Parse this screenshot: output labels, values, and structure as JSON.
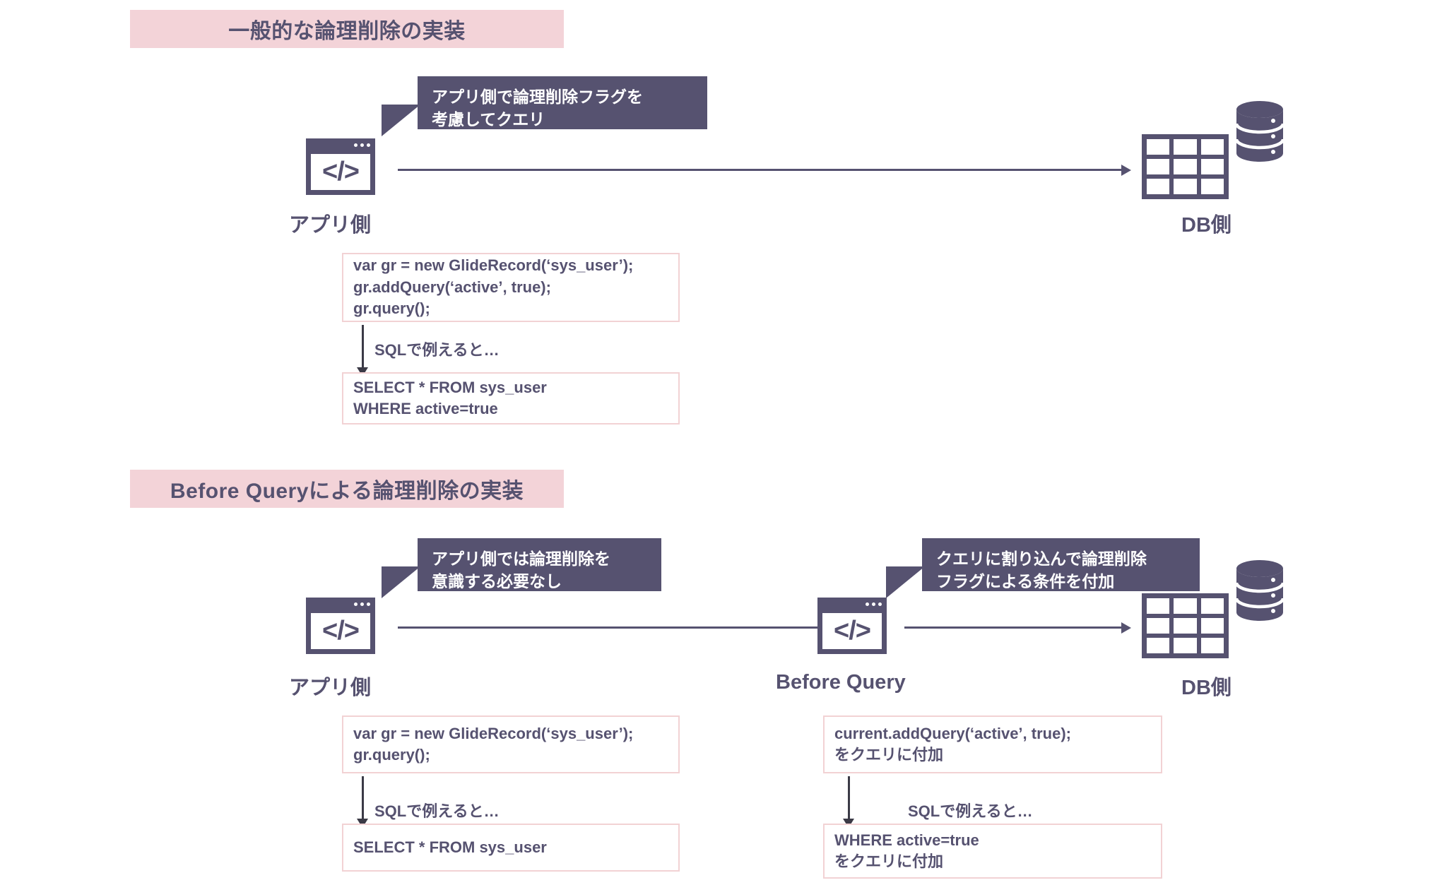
{
  "sections": [
    {
      "id": "common-soft-delete",
      "band_title": "一般的な論理削除の実装",
      "callouts": [
        {
          "id": "app-callout",
          "text": "アプリ側で論理削除フラグを\n考慮してクエリ"
        }
      ],
      "nodes": [
        {
          "id": "app",
          "label": "アプリ側",
          "icon": "code-window-icon",
          "glyph": "</>"
        },
        {
          "id": "db",
          "label": "DB側",
          "icon": "database-table-icon"
        }
      ],
      "code_flows": [
        {
          "id": "app-flow",
          "source_code": "var gr = new GlideRecord(‘sys_user’);\ngr.addQuery(‘active’, true);\ngr.query();",
          "transition_note": "SQLで例えると…",
          "result_code": "SELECT * FROM sys_user\nWHERE active=true"
        }
      ]
    },
    {
      "id": "before-query-soft-delete",
      "band_title": "Before Queryによる論理削除の実装",
      "callouts": [
        {
          "id": "app-callout",
          "text": "アプリ側では論理削除を\n意識する必要なし"
        },
        {
          "id": "bq-callout",
          "text": "クエリに割り込んで論理削除\nフラグによる条件を付加"
        }
      ],
      "nodes": [
        {
          "id": "app",
          "label": "アプリ側",
          "icon": "code-window-icon",
          "glyph": "</>"
        },
        {
          "id": "bq",
          "label": "Before Query",
          "icon": "code-window-icon",
          "glyph": "</>"
        },
        {
          "id": "db",
          "label": "DB側",
          "icon": "database-table-icon"
        }
      ],
      "code_flows": [
        {
          "id": "app-flow",
          "source_code": "var gr = new GlideRecord(‘sys_user’);\ngr.query();",
          "transition_note": "SQLで例えると…",
          "result_code": "SELECT * FROM sys_user"
        },
        {
          "id": "bq-flow",
          "source_code": "current.addQuery(‘active’, true);\nをクエリに付加",
          "transition_note": "SQLで例えると…",
          "result_code": "WHERE active=true\nをクエリに付加"
        }
      ]
    }
  ],
  "colors": {
    "band_bg": "#F3D3D8",
    "ink": "#565270",
    "callout_bg": "#565270",
    "callout_text": "#FFFFFF",
    "codebox_border": "#F2D2D4",
    "page_bg": "#FFFFFF",
    "arrow": "#3B3A46"
  }
}
